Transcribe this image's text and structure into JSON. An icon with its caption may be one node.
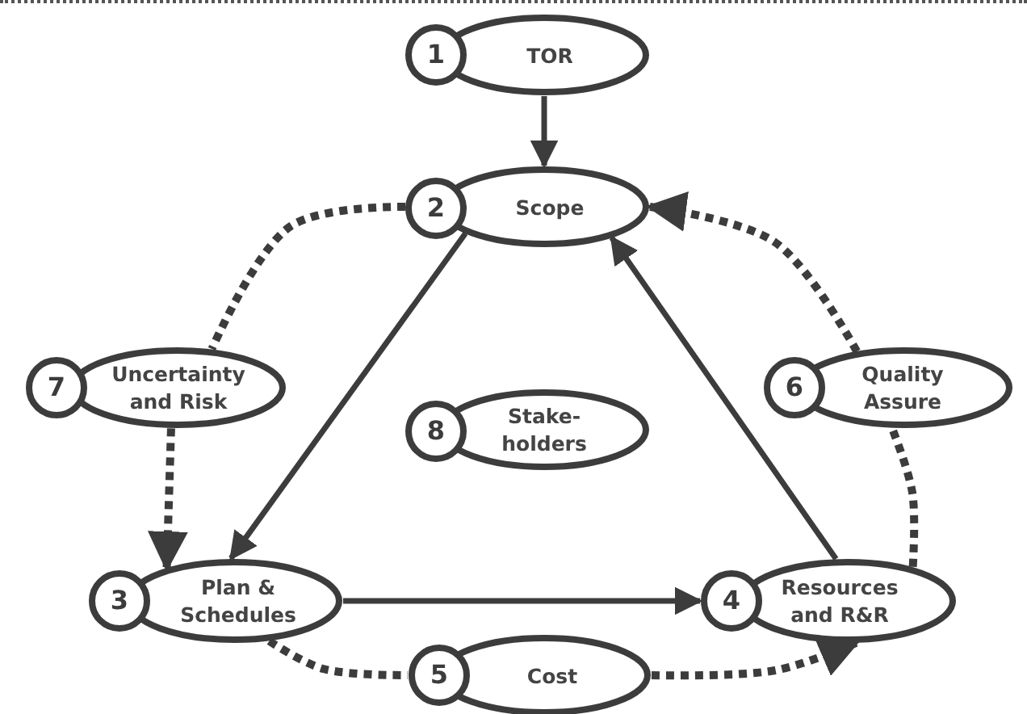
{
  "diagram": {
    "nodes": [
      {
        "text": [
          "1",
          "TOR"
        ]
      },
      {
        "text": [
          "2",
          "Scope"
        ]
      },
      {
        "text": [
          "3",
          "Plan & Schedules"
        ]
      },
      {
        "text": [
          "4",
          "Resources and R&R"
        ]
      },
      {
        "text": [
          "5",
          "Cost"
        ]
      },
      {
        "text": [
          "6",
          "Quality Assure"
        ]
      },
      {
        "text": [
          "7",
          "Uncertainty and Risk"
        ]
      },
      {
        "text": [
          "8",
          "Stake- holders"
        ]
      }
    ],
    "edges": [
      {
        "from": 0,
        "to": 1,
        "arrow": "to"
      },
      {
        "from": 1,
        "to": 2,
        "arrow": "to"
      },
      {
        "from": 2,
        "to": 3,
        "arrow": "to"
      },
      {
        "from": 3,
        "to": 1,
        "arrow": "to"
      },
      {
        "from": 1,
        "to": 6,
        "arrow": "none",
        "style": "dashed"
      },
      {
        "from": 6,
        "to": 2,
        "arrow": "to",
        "style": "dashed"
      },
      {
        "from": 3,
        "to": 5,
        "arrow": "none",
        "style": "dashed"
      },
      {
        "from": 5,
        "to": 1,
        "arrow": "to",
        "style": "dashed"
      },
      {
        "from": 2,
        "to": 4,
        "arrow": "none",
        "style": "dashed"
      },
      {
        "from": 4,
        "to": 3,
        "arrow": "to",
        "style": "dashed"
      }
    ]
  }
}
